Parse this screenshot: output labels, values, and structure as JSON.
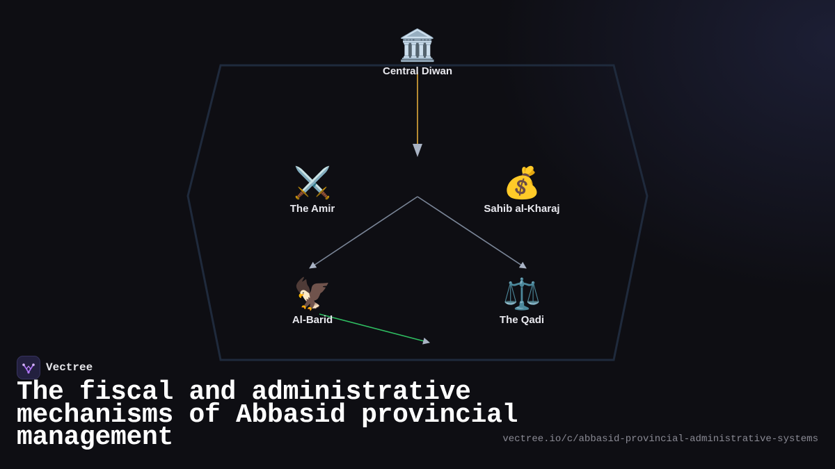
{
  "diagram": {
    "nodes": [
      {
        "id": "central-diwan",
        "label": "Central Diwan",
        "icon": "🏛️",
        "icon_name": "classical-building-icon"
      },
      {
        "id": "the-amir",
        "label": "The Amir",
        "icon": "⚔️",
        "icon_name": "crossed-swords-icon"
      },
      {
        "id": "sahib-al-kharaj",
        "label": "Sahib al-Kharaj",
        "icon": "💰",
        "icon_name": "money-bag-icon"
      },
      {
        "id": "al-barid",
        "label": "Al-Barid",
        "icon": "🦅",
        "icon_name": "eagle-icon"
      },
      {
        "id": "the-qadi",
        "label": "The Qadi",
        "icon": "⚖️",
        "icon_name": "balance-scale-icon"
      }
    ],
    "colors": {
      "frame": "#1f2a3c",
      "edge_top": "#e0a93a",
      "edge_branch": "#7a8597",
      "edge_green": "#2fbf62",
      "arrowhead": "#a9b3c4"
    }
  },
  "brand": {
    "name": "Vectree",
    "logo_icon": "vectree-logo-icon"
  },
  "title": "The fiscal and administrative mechanisms of Abbasid provincial management",
  "url": "vectree.io/c/abbasid-provincial-administrative-systems"
}
